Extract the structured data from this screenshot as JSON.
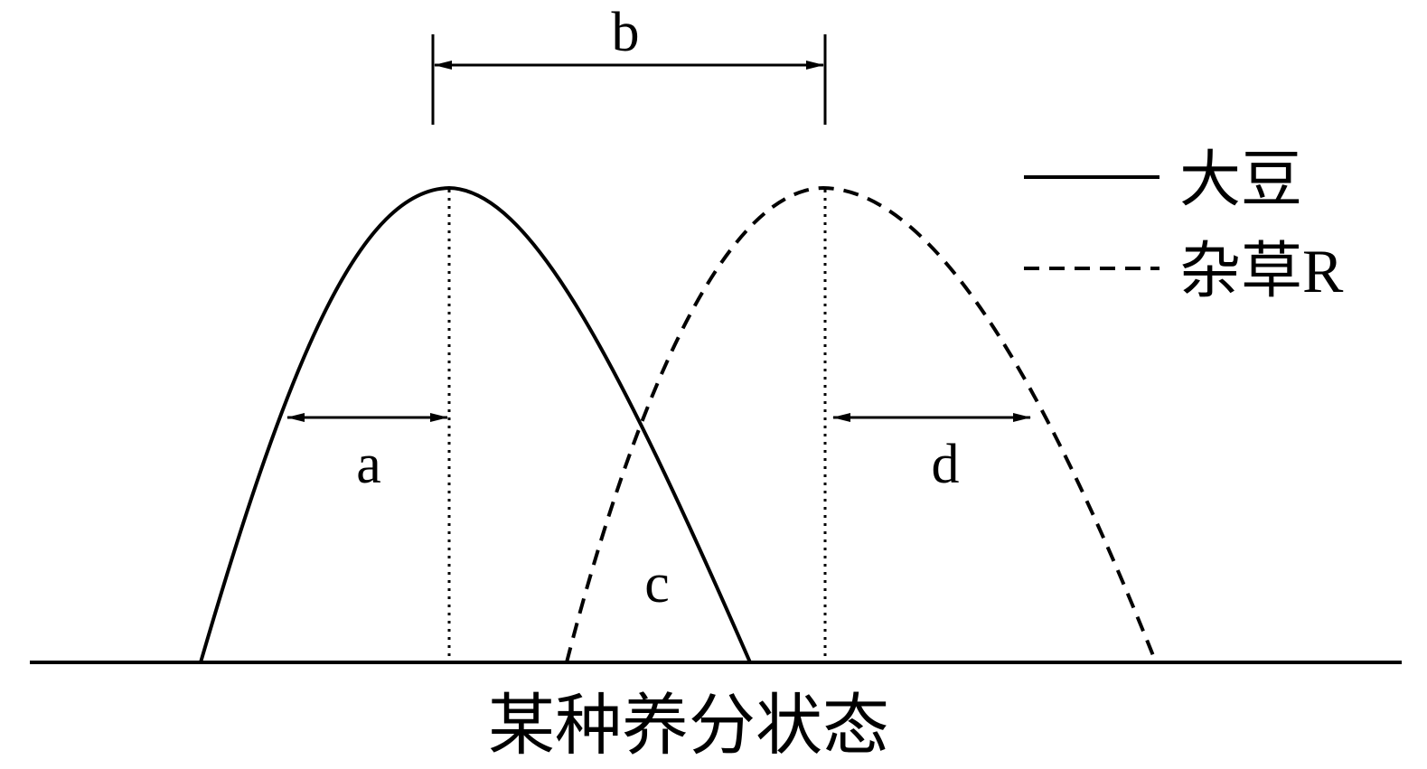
{
  "diagram": {
    "labels": {
      "a": "a",
      "b": "b",
      "c": "c",
      "d": "d"
    },
    "x_axis_label": "某种养分状态",
    "legend": [
      {
        "name": "大豆",
        "line_style": "solid"
      },
      {
        "name": "杂草R",
        "line_style": "dashed"
      }
    ],
    "colors": {
      "ink": "#000000",
      "background": "#ffffff"
    }
  }
}
